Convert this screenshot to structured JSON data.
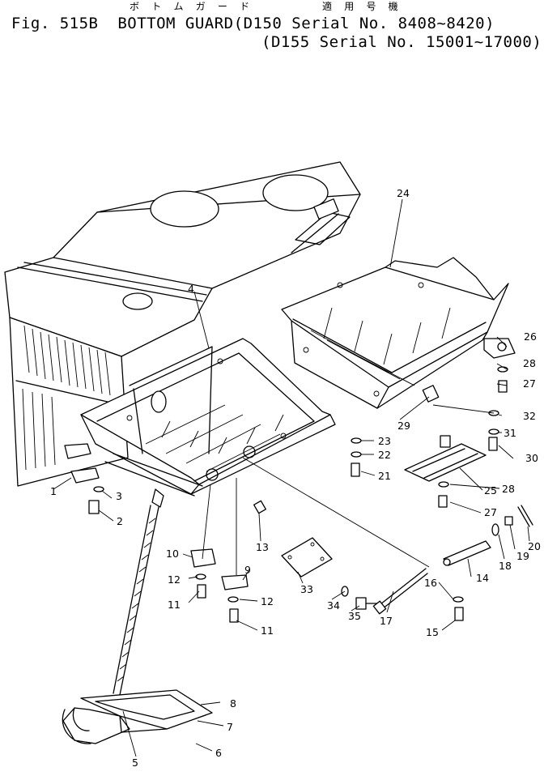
{
  "header": {
    "kana_title": "ボ ト ム ガ ー ド",
    "kana_serial": "適 用 号 機",
    "fig_label": "Fig. 515B",
    "title": "BOTTOM GUARD",
    "line1_model": "D150",
    "line1_serial": "Serial No. 8408~8420",
    "line2_model": "D155",
    "line2_serial": "Serial No. 15001~17000"
  },
  "callouts": {
    "p1": "1",
    "p2": "2",
    "p3": "3",
    "p4": "4",
    "p5": "5",
    "p6": "6",
    "p7": "7",
    "p8": "8",
    "p9": "9",
    "p10": "10",
    "p11a": "11",
    "p11b": "11",
    "p12a": "12",
    "p12b": "12",
    "p13": "13",
    "p14": "14",
    "p15": "15",
    "p16": "16",
    "p17": "17",
    "p18": "18",
    "p19": "19",
    "p20": "20",
    "p21": "21",
    "p22": "22",
    "p23": "23",
    "p24": "24",
    "p25": "25",
    "p26": "26",
    "p27a": "27",
    "p27b": "27",
    "p28a": "28",
    "p28b": "28",
    "p29": "29",
    "p30": "30",
    "p31": "31",
    "p32": "32",
    "p33": "33",
    "p34": "34",
    "p35": "35"
  }
}
